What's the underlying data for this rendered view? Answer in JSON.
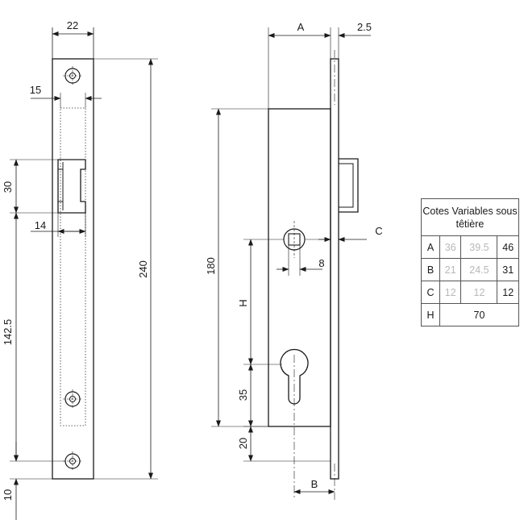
{
  "strike_plate": {
    "dims": {
      "width": "22",
      "inner_width": "15",
      "window_height": "30",
      "window_width": "14",
      "to_bottom_hole": "142.5",
      "total_height": "240",
      "bottom_offset": "10"
    }
  },
  "lock_body": {
    "dims": {
      "A": "A",
      "faceplate": "2.5",
      "height": "180",
      "H": "H",
      "C": "C",
      "spindle": "8",
      "cylinder": "35",
      "bottom": "20",
      "B": "B"
    }
  },
  "table": {
    "title": "Cotes Variables sous têtière",
    "rows": [
      {
        "label": "A",
        "values": [
          "36",
          "39.5",
          "46"
        ]
      },
      {
        "label": "B",
        "values": [
          "21",
          "24.5",
          "31"
        ]
      },
      {
        "label": "C",
        "values": [
          "12",
          "12",
          "12"
        ]
      },
      {
        "label": "H",
        "values": [
          "70"
        ]
      }
    ]
  }
}
